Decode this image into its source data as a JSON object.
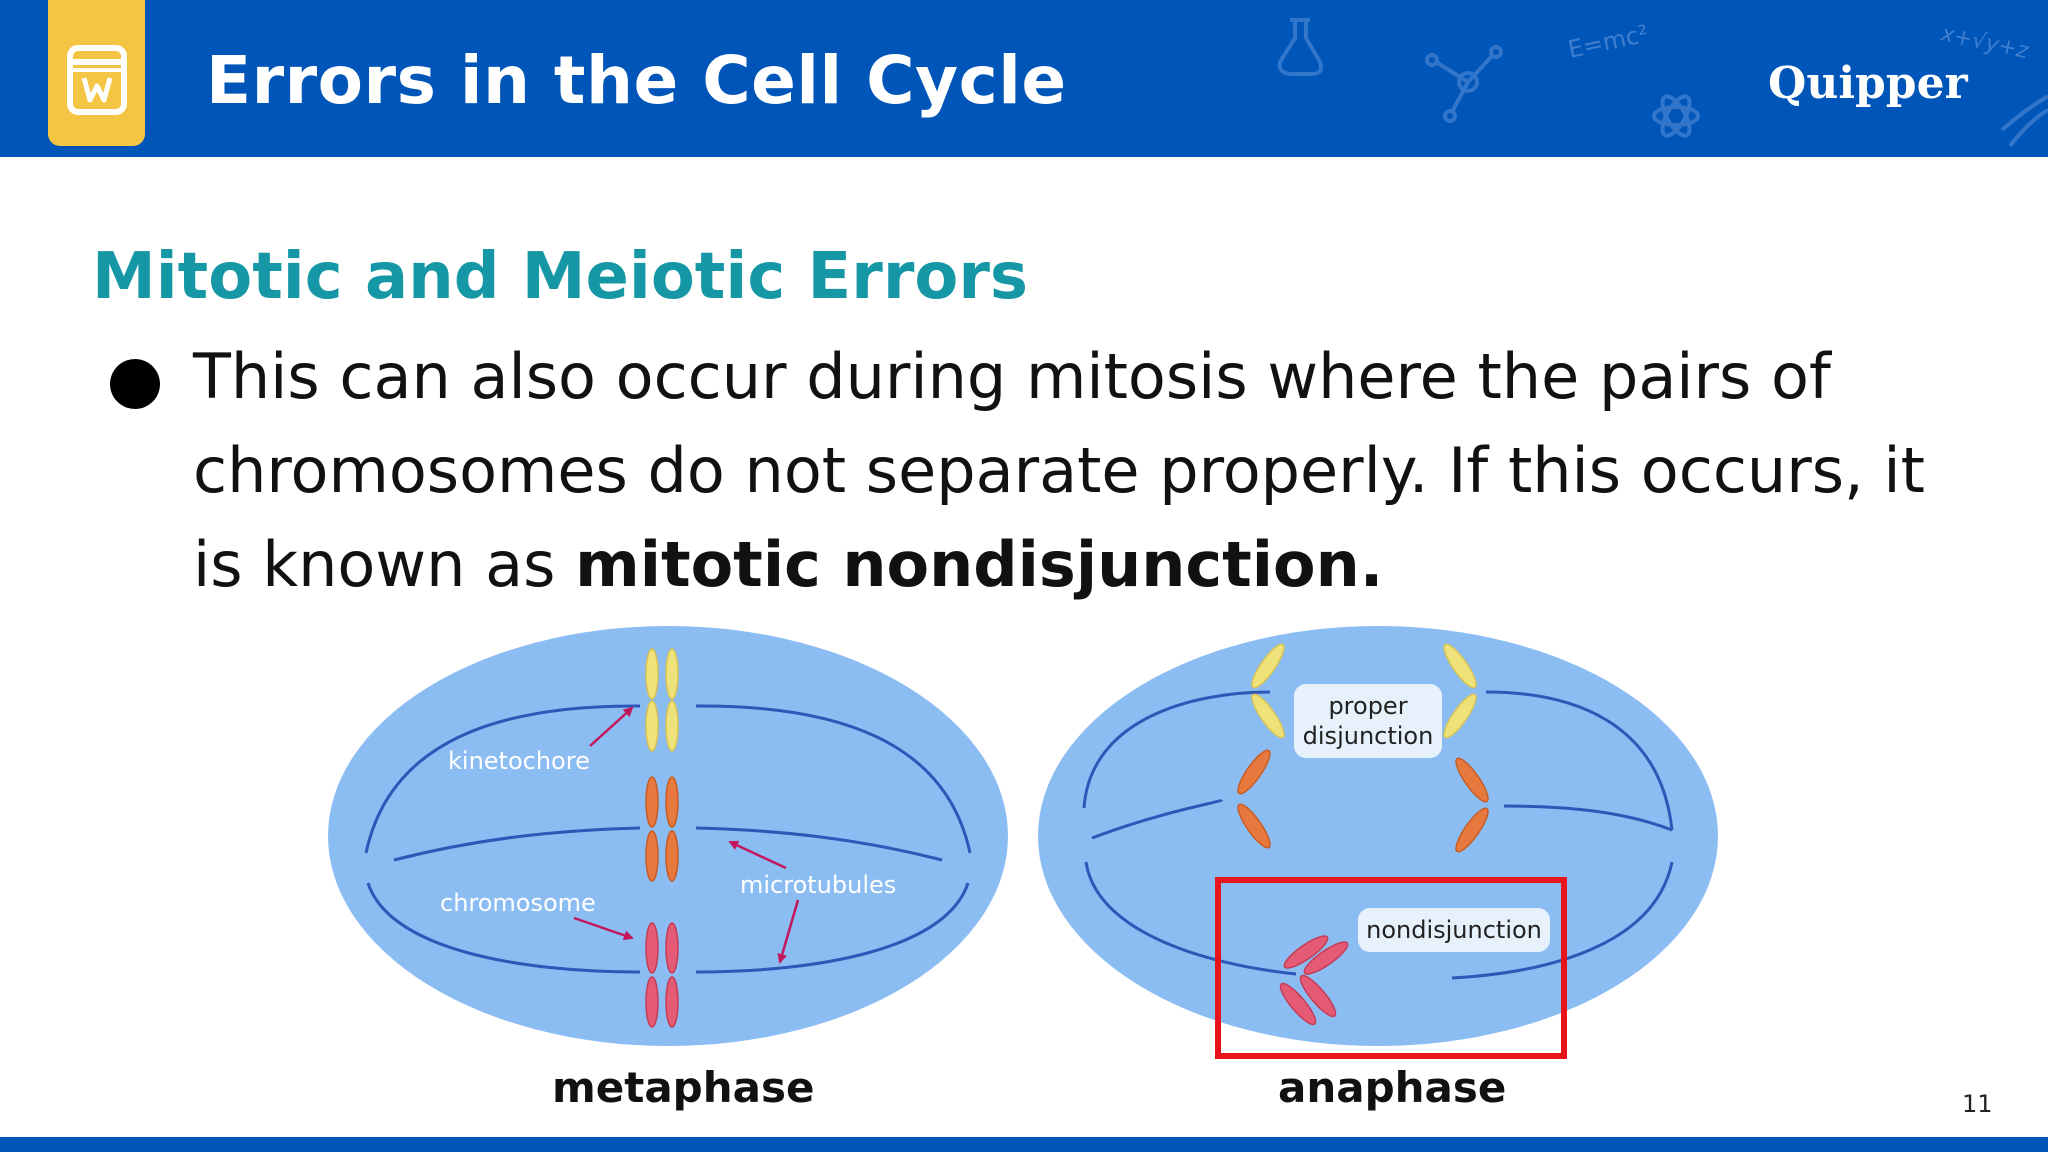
{
  "header": {
    "title": "Errors in the Cell Cycle",
    "brand": "Quipper",
    "logo_icon": "book-icon",
    "decor_formula": "E=mc²",
    "decor_math": "x+√y+z",
    "colors": {
      "header_bg": "#0055b8",
      "logo_bg": "#f4c542",
      "subtitle": "#1597a5"
    }
  },
  "content": {
    "subtitle": "Mitotic and Meiotic Errors",
    "bullet_text": "This can also occur during mitosis where the pairs of chromosomes do not separate properly. If this occurs, it is known as ",
    "bullet_bold": "mitotic nondisjunction."
  },
  "diagram": {
    "labels": {
      "kinetochore": "kinetochore",
      "chromosome": "chromosome",
      "microtubules": "microtubules",
      "proper_line1": "proper",
      "proper_line2": "disjunction",
      "nondisjunction": "nondisjunction"
    },
    "captions": {
      "metaphase": "metaphase",
      "anaphase": "anaphase"
    },
    "colors": {
      "cell": "#8bbcf2",
      "spindle": "#2e57b8",
      "yellow": "#f0e27a",
      "orange": "#e8793e",
      "pink": "#e55a74",
      "arrow": "#c2185b",
      "highlight": "#e8141c"
    }
  },
  "footer": {
    "page_number": "11"
  }
}
